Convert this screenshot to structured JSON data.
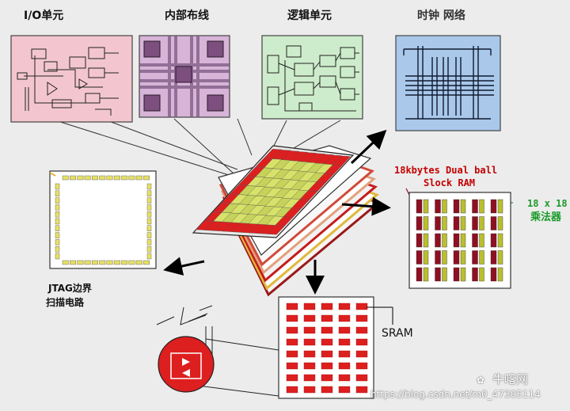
{
  "labels": {
    "io_unit": "I/O单元",
    "internal_routing": "内部布线",
    "logic_unit": "逻辑单元",
    "clock_network": "时钟 网络",
    "ram_line1": "18kbytes Dual ball",
    "ram_line2": "Slock RAM",
    "mult_line1": "18 x 18",
    "mult_line2": "乘法器",
    "jtag_line1": "JTAG边界",
    "jtag_line2": "扫描电路",
    "sram": "SRAM"
  },
  "watermark": {
    "brand": "牛喀网",
    "url": "https://blog.csdn.net/m0_47305114"
  },
  "colors": {
    "background": "#ececec",
    "io_panel": "#f3c6cf",
    "routing_panel": "#d7b4d8",
    "logic_panel": "#cdeccb",
    "clock_panel": "#a9c8ea",
    "red_label": "#c40000",
    "green_label": "#1a9a2a",
    "red_block": "#dd1f1f",
    "yellow_block": "#e6df64",
    "dark_red_block": "#8f0f22",
    "olive_block": "#b9bf2e"
  },
  "icons": {
    "wechat": "wechat-icon"
  }
}
